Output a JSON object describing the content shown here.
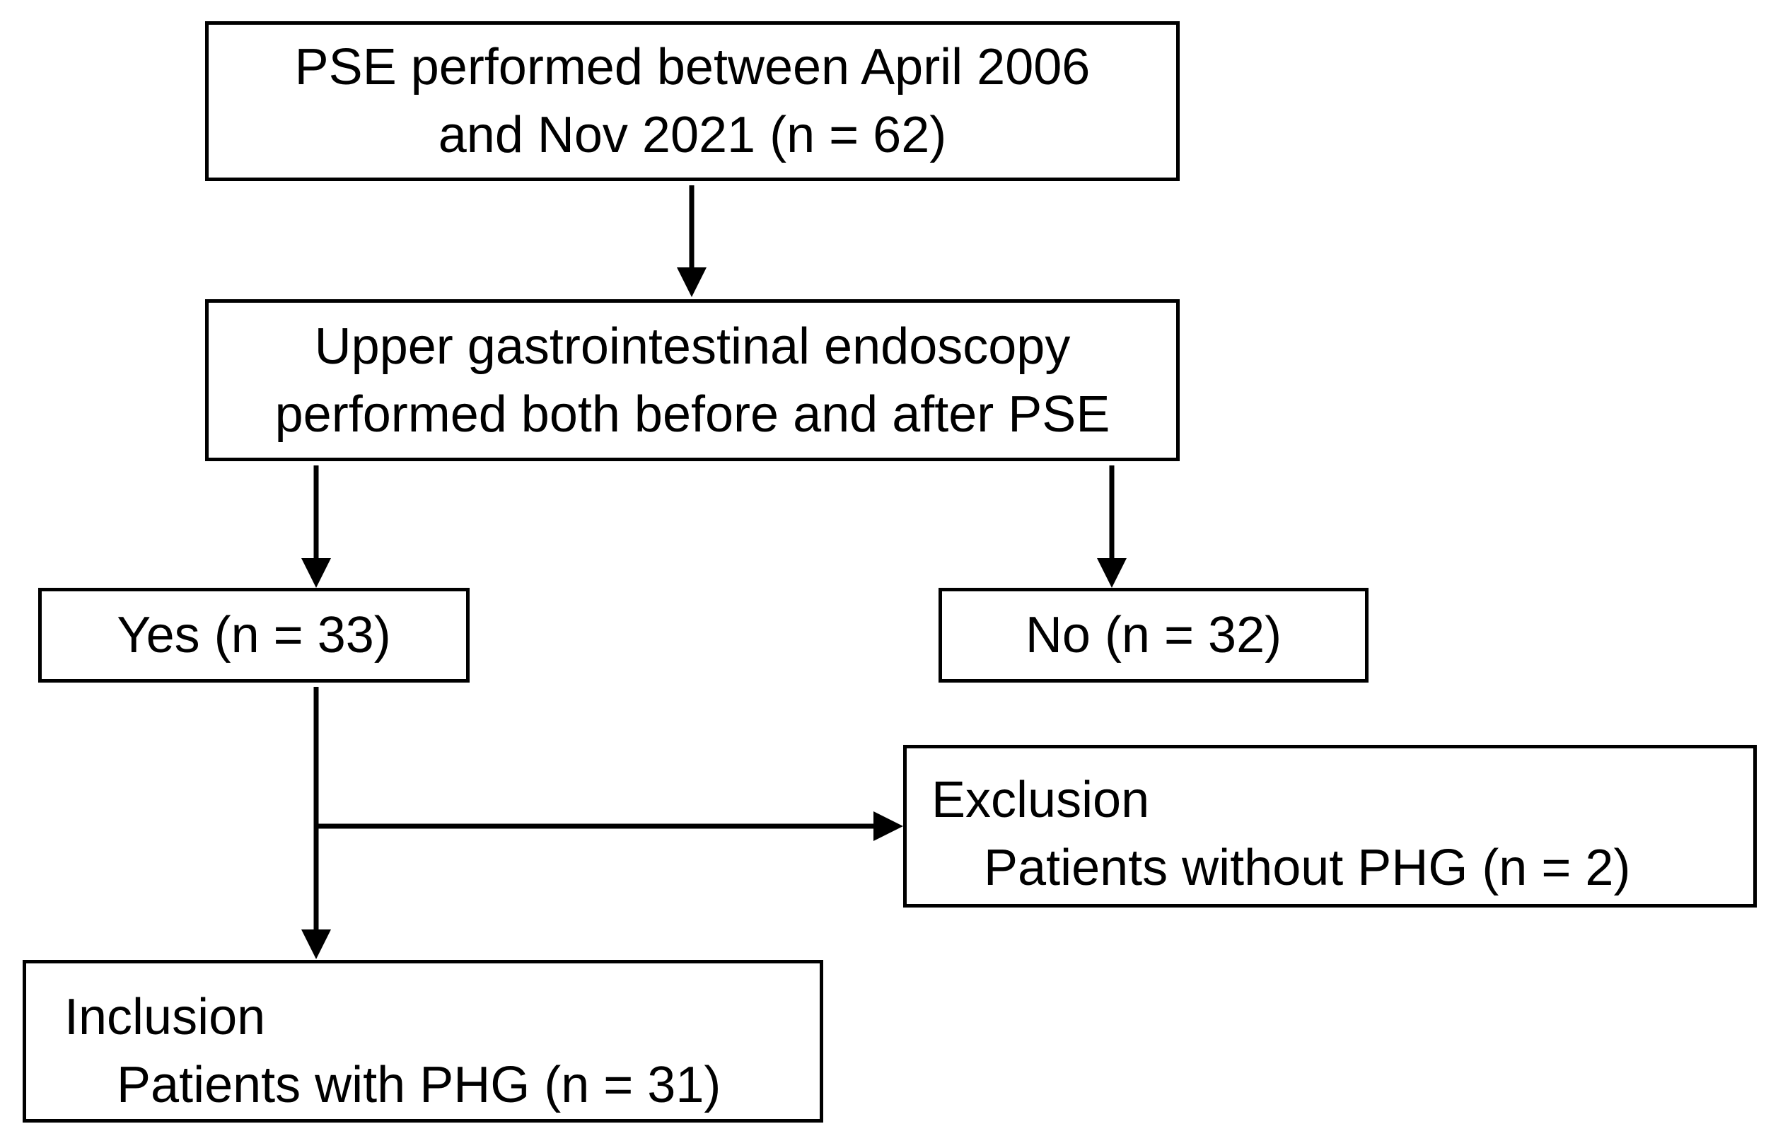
{
  "diagram": {
    "pse_box": {
      "line1": "PSE performed between April 2006",
      "line2": "and Nov 2021 (n = 62)"
    },
    "endoscopy_box": {
      "line1": "Upper gastrointestinal endoscopy",
      "line2": "performed both before and after PSE"
    },
    "yes_box": {
      "label": "Yes (n = 33)"
    },
    "no_box": {
      "label": "No (n = 32)"
    },
    "exclusion_box": {
      "title": "Exclusion",
      "detail": "Patients without PHG (n = 2)"
    },
    "inclusion_box": {
      "title": "Inclusion",
      "detail": "Patients with PHG (n = 31)"
    },
    "colors": {
      "stroke": "#000000",
      "background": "#ffffff"
    }
  }
}
